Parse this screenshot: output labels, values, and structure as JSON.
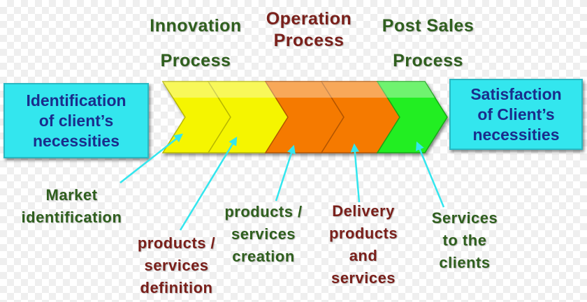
{
  "headers": {
    "innovation": [
      "Innovation",
      "Process"
    ],
    "operation": [
      "Operation",
      "Process"
    ],
    "post_sales": [
      "Post Sales",
      "Process"
    ]
  },
  "left_box": [
    "Identification",
    "of client’s",
    "necessities"
  ],
  "right_box": [
    "Satisfaction",
    "of Client’s",
    "necessities"
  ],
  "labels": {
    "market": [
      "Market",
      "identification"
    ],
    "definition": [
      "products /",
      "services",
      "definition"
    ],
    "creation": [
      "products /",
      "services",
      "creation"
    ],
    "delivery": [
      "Delivery",
      "products",
      "and",
      "services"
    ],
    "services": [
      "Services",
      "to the",
      "clients"
    ]
  },
  "colors": {
    "yellow": "#f5f500",
    "orange": "#f57a00",
    "green": "#22ee22",
    "box_fill": "#33e6ee",
    "box_text": "#1a2d8c",
    "arrow": "#33e6ee"
  }
}
